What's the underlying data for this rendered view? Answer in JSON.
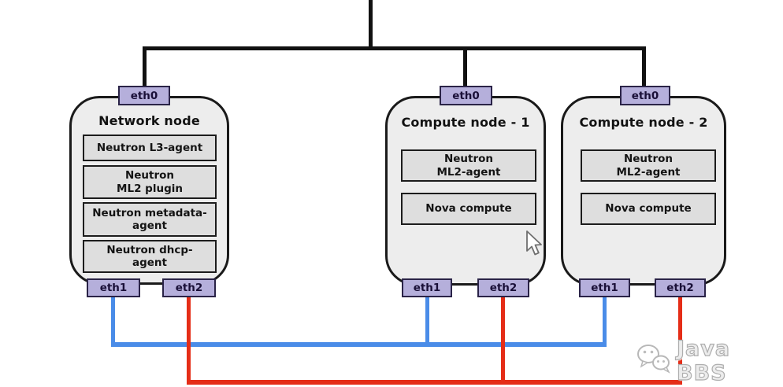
{
  "colors": {
    "node_fill": "#ededed",
    "node_border": "#1a1a1a",
    "component_fill": "#dedede",
    "component_border": "#1c1c1c",
    "eth_fill": "#b5afdb",
    "eth_border": "#2a2347",
    "eth_text": "#1a1038",
    "trunk_line": "#111111",
    "eth1_line": "#4a8ce8",
    "eth2_line": "#e52d17"
  },
  "nodes": [
    {
      "title": "Network node",
      "eth0": "eth0",
      "eth1": "eth1",
      "eth2": "eth2",
      "components": [
        {
          "lines": [
            "Neutron L3-agent"
          ]
        },
        {
          "lines": [
            "Neutron",
            "ML2 plugin"
          ]
        },
        {
          "lines": [
            "Neutron metadata-",
            "agent"
          ]
        },
        {
          "lines": [
            "Neutron dhcp-",
            "agent"
          ]
        }
      ]
    },
    {
      "title": "Compute node - 1",
      "eth0": "eth0",
      "eth1": "eth1",
      "eth2": "eth2",
      "components": [
        {
          "lines": [
            "Neutron",
            "ML2-agent"
          ]
        },
        {
          "lines": [
            "Nova compute"
          ]
        }
      ]
    },
    {
      "title": "Compute node - 2",
      "eth0": "eth0",
      "eth1": "eth1",
      "eth2": "eth2",
      "components": [
        {
          "lines": [
            "Neutron",
            "ML2-agent"
          ]
        },
        {
          "lines": [
            "Nova compute"
          ]
        }
      ]
    }
  ],
  "watermark": {
    "icon": "wechat-icon",
    "text": "Java BBS"
  },
  "cursor": {
    "icon": "mouse-pointer-icon"
  }
}
